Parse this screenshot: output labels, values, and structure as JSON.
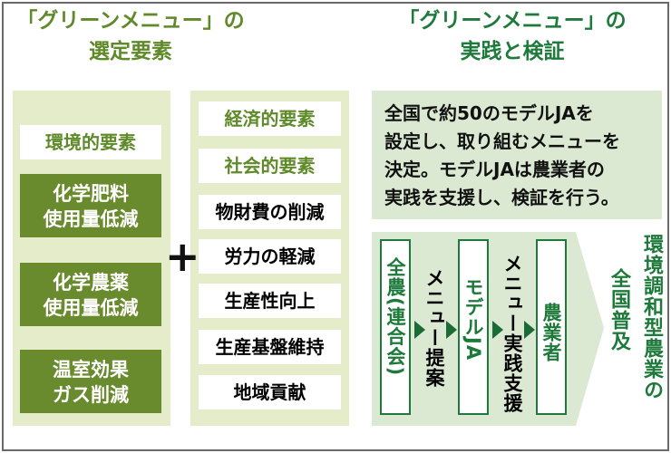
{
  "left": {
    "title_line1": "「グリーンメニュー」の",
    "title_line2": "選定要素",
    "env_label": "環境的要素",
    "items": [
      {
        "l1": "化学肥料",
        "l2": "使用量低減"
      },
      {
        "l1": "化学農薬",
        "l2": "使用量低減"
      },
      {
        "l1": "温室効果",
        "l2": "ガス削減"
      }
    ],
    "plus": "+",
    "econ_label": "経済的要素",
    "social_label": "社会的要素",
    "right_items": [
      "物財費の削減",
      "労力の軽減",
      "生産性向上",
      "生産基盤維持",
      "地域貢献"
    ]
  },
  "right": {
    "title_line1": "「グリーンメニュー」の",
    "title_line2": "実践と検証",
    "description_lines": [
      "全国で約50のモデルJAを",
      "設定し、取り組むメニューを",
      "決定。モデルJAは農業者の",
      "実践を支援し、検証を行う。"
    ],
    "flow": {
      "node1": "全農(連合会)",
      "step1": "メニュー提案",
      "node2": "モデルJA",
      "step2": "メニュー実践支援",
      "node3": "農業者"
    },
    "goal_col1": "環境調和型農業の",
    "goal_col2": "全国普及"
  },
  "colors": {
    "olive": "#6a8a2e",
    "light_green": "#e4ecca",
    "green": "#1d7a3a"
  }
}
